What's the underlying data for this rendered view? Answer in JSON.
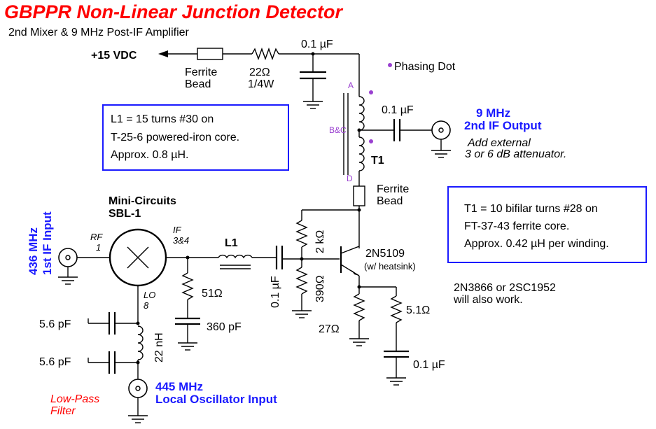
{
  "title": "GBPPR Non-Linear Junction Detector",
  "subtitle": "2nd Mixer & 9 MHz Post-IF Amplifier",
  "supply": "+15 VDC",
  "ferrite_bead_top": [
    "Ferrite",
    "Bead"
  ],
  "r_supply": [
    "22Ω",
    "1/4W"
  ],
  "c_supply": "0.1 µF",
  "phasing_dot": "Phasing Dot",
  "t1_taps": {
    "a": "A",
    "bc": "B&C",
    "d": "D"
  },
  "c_output": "0.1 µF",
  "output_label": [
    "9 MHz",
    "2nd IF Output"
  ],
  "output_note": [
    "Add external",
    "3 or 6 dB attenuator."
  ],
  "t1_label": "T1",
  "ferrite_bead_bottom": [
    "Ferrite",
    "Bead"
  ],
  "l1_note": [
    "L1 = 15 turns #30 on",
    "T-25-6 powered-iron core.",
    "Approx. 0.8 µH."
  ],
  "t1_note": [
    "T1 = 10 bifilar turns #28 on",
    "FT-37-43 ferrite core.",
    "Approx. 0.42 µH per winding."
  ],
  "mixer_label": [
    "Mini-Circuits",
    "SBL-1"
  ],
  "mixer_pins": {
    "rf": [
      "RF",
      "1"
    ],
    "if": [
      "IF",
      "3&4"
    ],
    "lo": [
      "LO",
      "8"
    ]
  },
  "input_label": [
    "436 MHz",
    "1st IF Input"
  ],
  "l1_label": "L1",
  "r_term": "51Ω",
  "c_term": "360 pF",
  "c_couple": "0.1 µF",
  "r_bias_top": "2 kΩ",
  "r_bias_bottom": "390Ω",
  "transistor": [
    "2N5109",
    "(w/ heatsink)"
  ],
  "transistor_alt": [
    "2N3866 or 2SC1952",
    "will also work."
  ],
  "r_emitter": "27Ω",
  "r_emitter_bypass": "5.1Ω",
  "c_emitter": "0.1 µF",
  "lpf_caps": [
    "5.6 pF",
    "5.6 pF"
  ],
  "lpf_inductor": "22 nH",
  "lpf_label": [
    "Low-Pass",
    "Filter"
  ],
  "lo_label": [
    "445 MHz",
    "Local Oscillator Input"
  ],
  "colors": {
    "title": "#ff0000",
    "highlight": "#1a1aff",
    "phasing": "#9a40d0"
  }
}
